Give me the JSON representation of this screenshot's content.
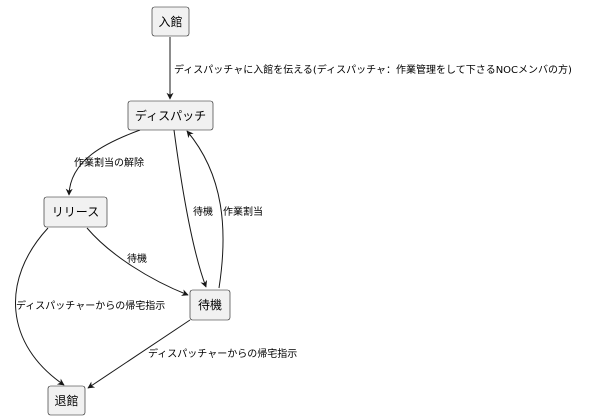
{
  "nodes": {
    "entry": "入館",
    "dispatch": "ディスパッチ",
    "release": "リリース",
    "standby": "待機",
    "exit": "退館"
  },
  "edges": {
    "entry_to_dispatch": "ディスパッチャに入館を伝える(ディスパッチャ：作業管理をして下さるNOCメンバの方)",
    "dispatch_to_release": "作業割当の解除",
    "dispatch_to_standby": "待機",
    "standby_to_dispatch": "作業割当",
    "release_to_standby": "待機",
    "release_to_exit": "ディスパッチャーからの帰宅指示",
    "standby_to_exit": "ディスパッチャーからの帰宅指示"
  }
}
